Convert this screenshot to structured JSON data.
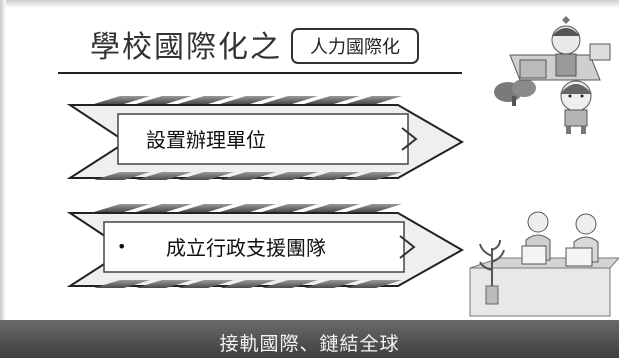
{
  "slide": {
    "title": "學校國際化之",
    "title_box": "人力國際化",
    "items": [
      {
        "label": "設置辦理單位"
      },
      {
        "label": "成立行政支援團隊",
        "bullet": "•"
      }
    ],
    "footer": "接軌國際、鏈結全球"
  }
}
